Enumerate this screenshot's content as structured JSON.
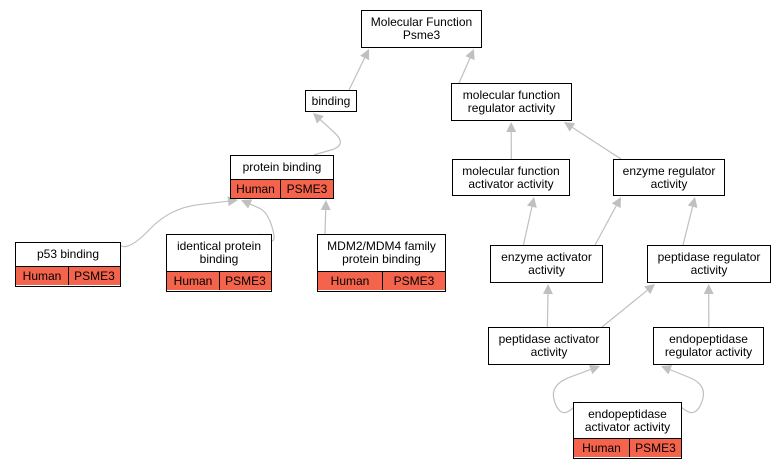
{
  "diagram": {
    "colors": {
      "annotation_fill": "#f4634b",
      "edge": "#c0c0c0",
      "border": "#000000",
      "node_fill": "#ffffff"
    },
    "nodes": {
      "root": {
        "label": "Molecular Function\nPsme3"
      },
      "binding": {
        "label": "binding"
      },
      "mf_regulator": {
        "label": "molecular function\nregulator activity"
      },
      "protein_binding": {
        "label": "protein binding",
        "species": "Human",
        "gene": "PSME3"
      },
      "mf_activator": {
        "label": "molecular function\nactivator activity"
      },
      "enzyme_regulator": {
        "label": "enzyme regulator\nactivity"
      },
      "p53_binding": {
        "label": "p53 binding",
        "species": "Human",
        "gene": "PSME3"
      },
      "identical_protein_binding": {
        "label": "identical protein\nbinding",
        "species": "Human",
        "gene": "PSME3"
      },
      "mdm2_binding": {
        "label": "MDM2/MDM4 family\nprotein binding",
        "species": "Human",
        "gene": "PSME3"
      },
      "enzyme_activator": {
        "label": "enzyme activator\nactivity"
      },
      "peptidase_regulator": {
        "label": "peptidase regulator\nactivity"
      },
      "peptidase_activator": {
        "label": "peptidase activator\nactivity"
      },
      "endopeptidase_regulator": {
        "label": "endopeptidase\nregulator activity"
      },
      "endopeptidase_activator": {
        "label": "endopeptidase\nactivator activity",
        "species": "Human",
        "gene": "PSME3"
      }
    },
    "edges": [
      {
        "from": "binding",
        "to": "root"
      },
      {
        "from": "mf_regulator",
        "to": "root"
      },
      {
        "from": "protein_binding",
        "to": "binding"
      },
      {
        "from": "mf_activator",
        "to": "mf_regulator"
      },
      {
        "from": "enzyme_regulator",
        "to": "mf_regulator"
      },
      {
        "from": "p53_binding",
        "to": "protein_binding"
      },
      {
        "from": "identical_protein_binding",
        "to": "protein_binding"
      },
      {
        "from": "mdm2_binding",
        "to": "protein_binding"
      },
      {
        "from": "enzyme_activator",
        "to": "mf_activator"
      },
      {
        "from": "enzyme_activator",
        "to": "enzyme_regulator"
      },
      {
        "from": "peptidase_regulator",
        "to": "enzyme_regulator"
      },
      {
        "from": "peptidase_activator",
        "to": "enzyme_activator"
      },
      {
        "from": "peptidase_activator",
        "to": "peptidase_regulator"
      },
      {
        "from": "endopeptidase_regulator",
        "to": "peptidase_regulator"
      },
      {
        "from": "endopeptidase_activator",
        "to": "peptidase_activator"
      },
      {
        "from": "endopeptidase_activator",
        "to": "endopeptidase_regulator"
      }
    ]
  }
}
